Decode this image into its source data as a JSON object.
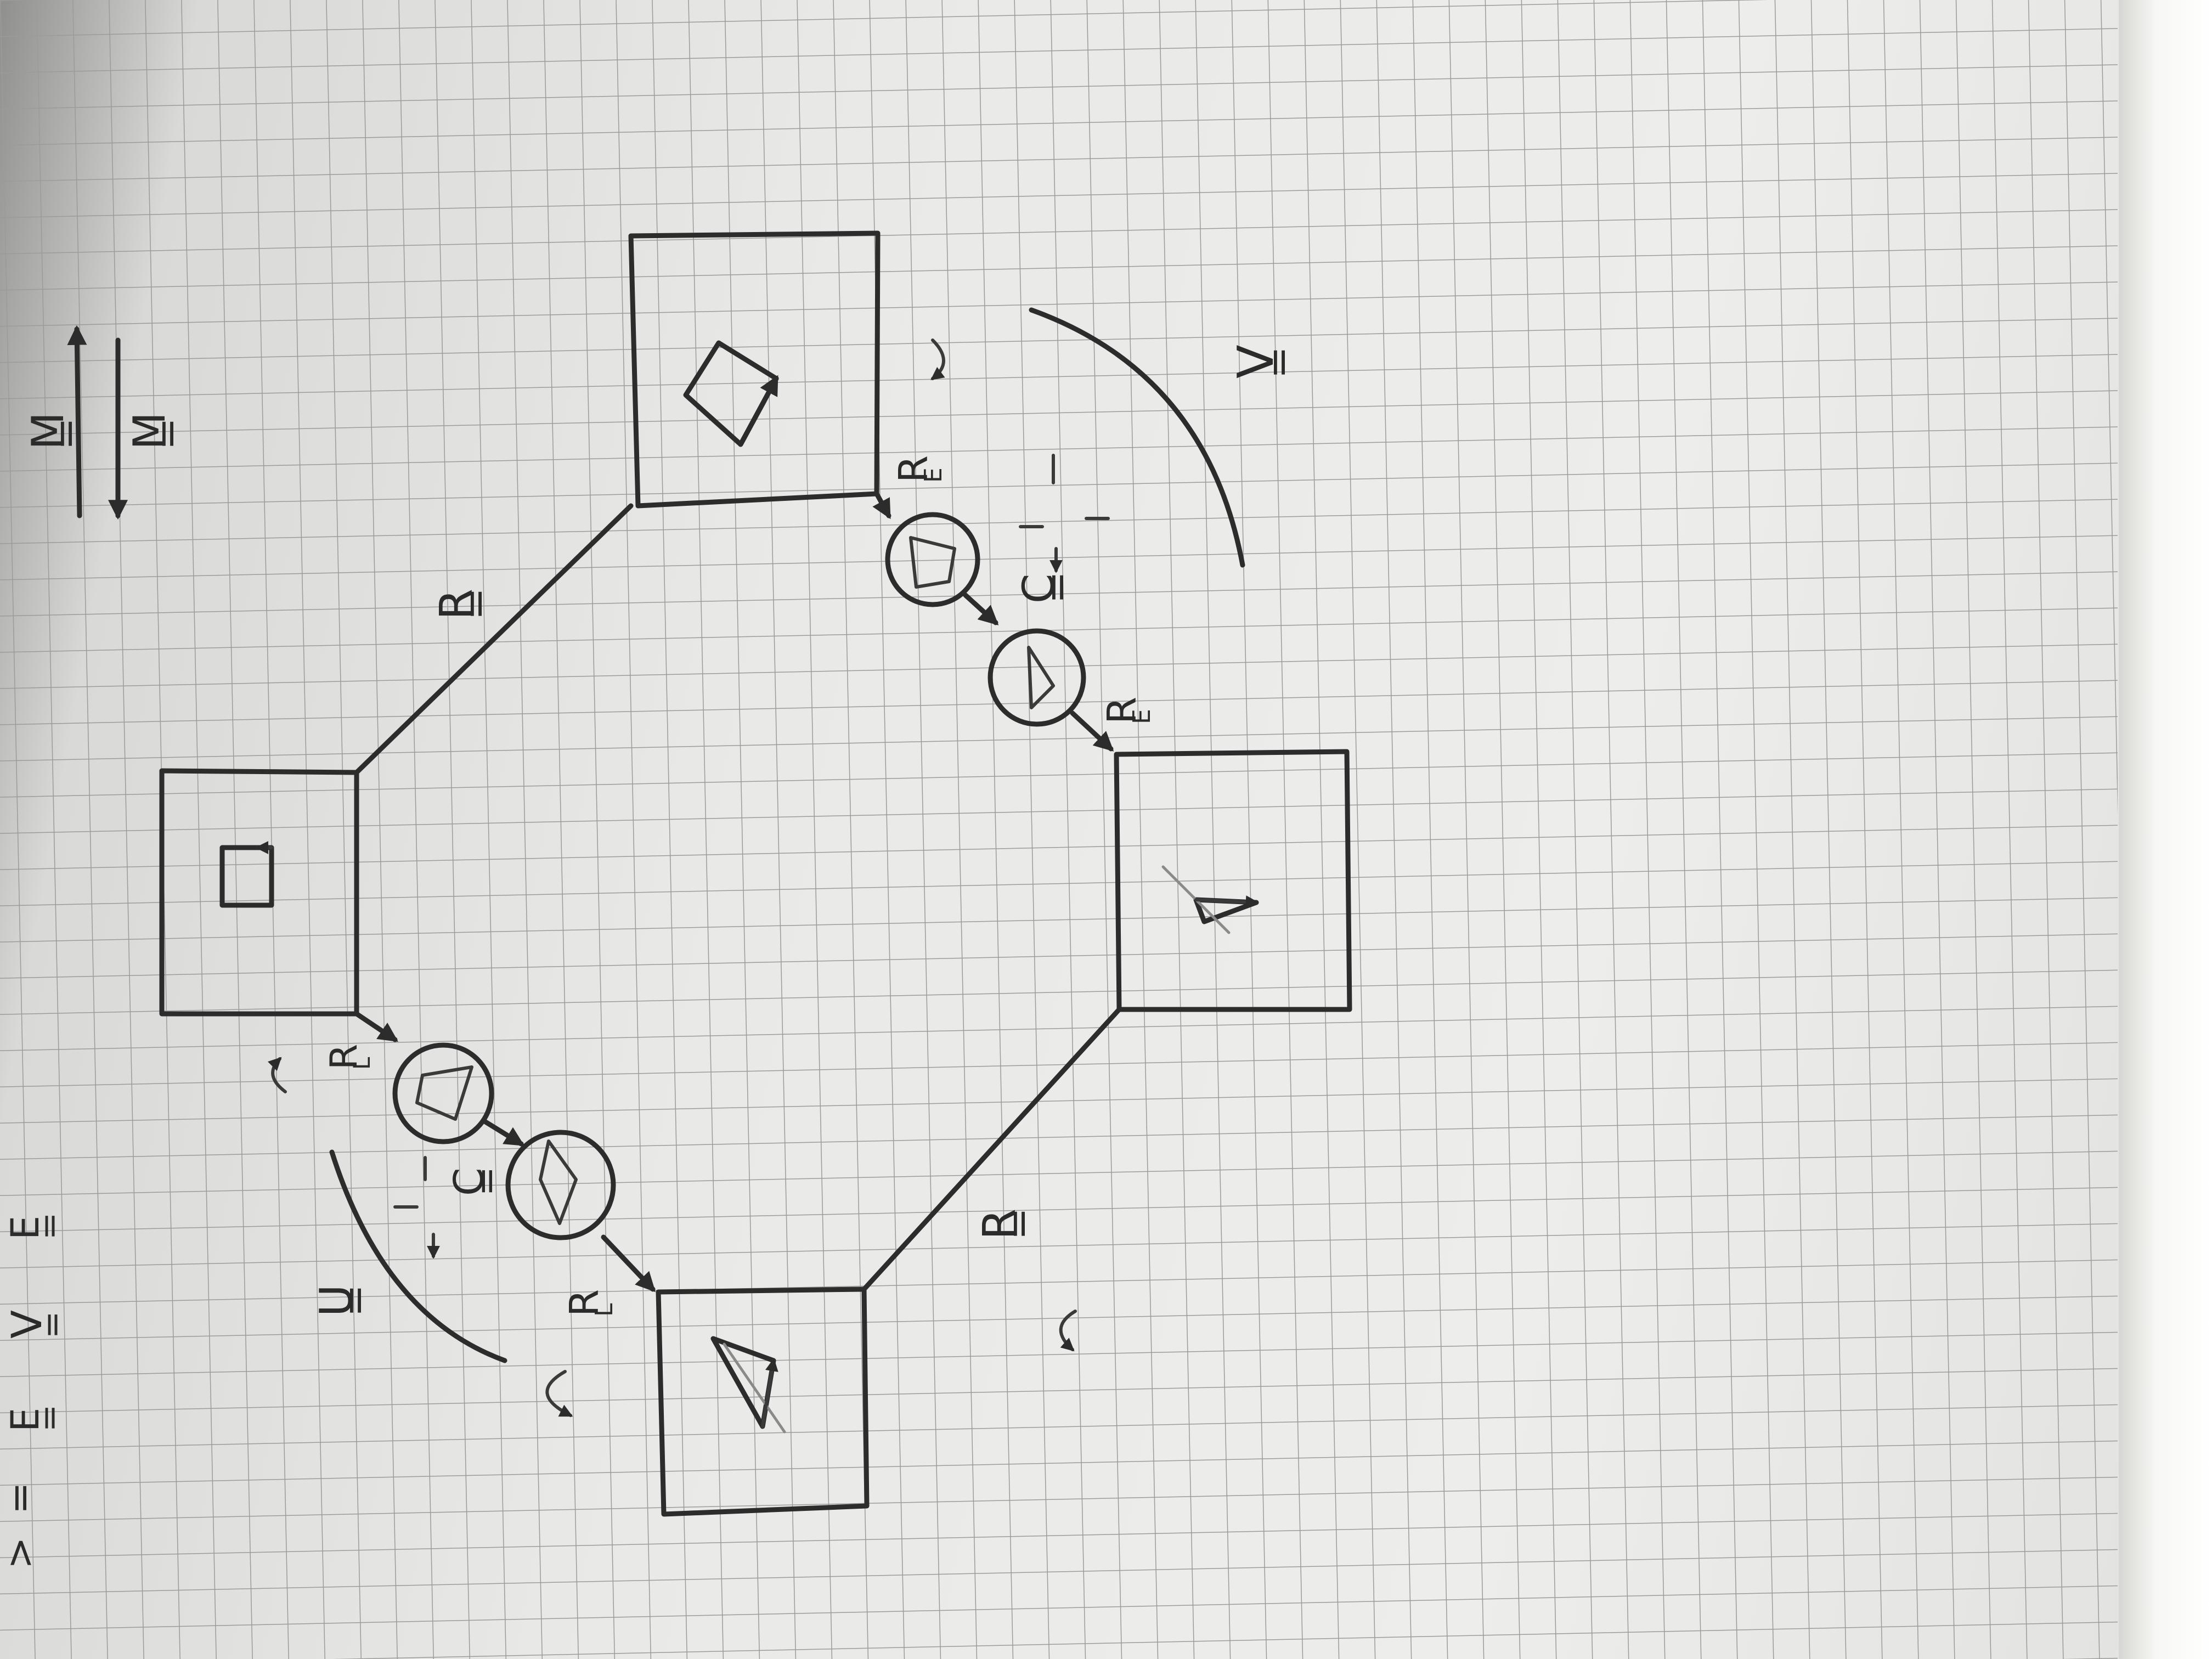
{
  "sheet": {
    "paper": "grid-paper",
    "ink_color": "#2c2c2c",
    "grid_color": "#9b9b99",
    "background_color": "#ededeb"
  },
  "labels": {
    "legend_M": "M",
    "legend_M_prime": "M",
    "R_top_left": "R",
    "R_bottom_right": "R",
    "R_E_top": "R",
    "R_E_top_sub": "E",
    "R_E_right": "R",
    "R_E_right_sub": "E",
    "R_L_left": "R",
    "R_L_left_sub": "L",
    "R_L_bottom": "R",
    "R_L_bottom_sub": "L",
    "V_arc": "V",
    "U_arc": "U",
    "C_top": "C",
    "C_left": "C",
    "margin_C_E": "E",
    "margin_V": "V",
    "margin_U_E": "E",
    "margin_eq": "=",
    "margin_arrow": ">"
  }
}
